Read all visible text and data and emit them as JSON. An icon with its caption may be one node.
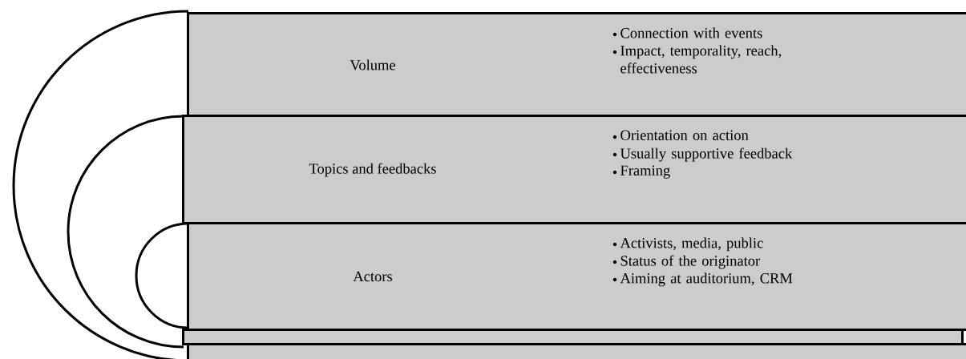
{
  "diagram": {
    "nodes": [
      {
        "text": [
          "Volume",
          "Connection with events",
          "Impact, temporality, reach, effectiveness"
        ]
      },
      {
        "text": [
          "Topics and feedbacks",
          "Orientation on action",
          "Usually supportive feedback",
          "Framing"
        ]
      },
      {
        "text": [
          "Actors",
          "Activists, media, public",
          "Status of the originator",
          "Aiming at auditorium, CRM"
        ]
      },
      {
        "text": [],
        "shape": "bar"
      },
      {
        "text": [],
        "shape": "bar"
      }
    ]
  }
}
